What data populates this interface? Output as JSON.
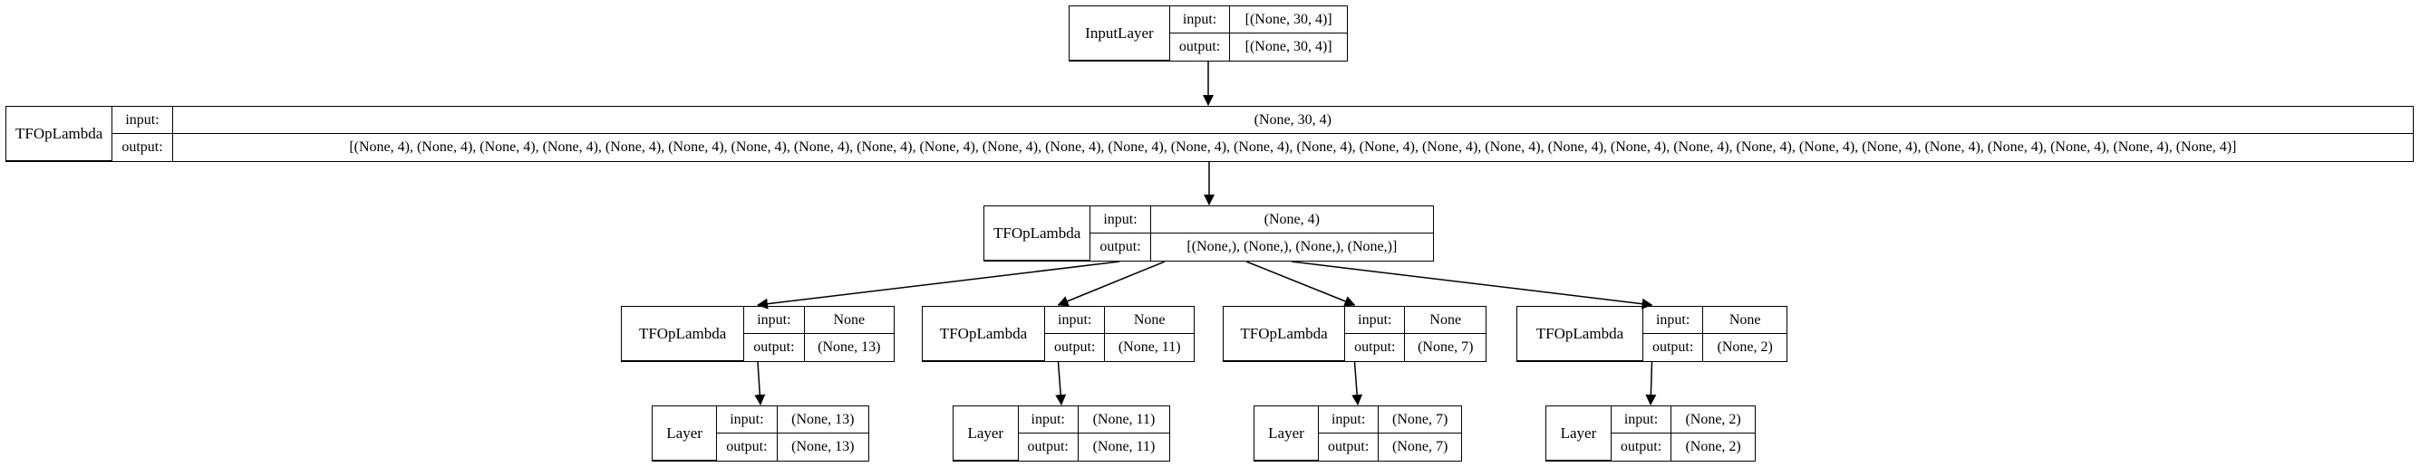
{
  "nodes": {
    "input_layer": {
      "name": "InputLayer",
      "input_label": "input:",
      "output_label": "output:",
      "input": "[(None, 30, 4)]",
      "output": "[(None, 30, 4)]"
    },
    "split": {
      "name": "TFOpLambda",
      "input_label": "input:",
      "output_label": "output:",
      "input": "(None, 30, 4)",
      "output": "[(None, 4), (None, 4), (None, 4), (None, 4), (None, 4), (None, 4), (None, 4), (None, 4), (None, 4), (None, 4), (None, 4), (None, 4), (None, 4), (None, 4), (None, 4), (None, 4), (None, 4), (None, 4), (None, 4), (None, 4), (None, 4), (None, 4), (None, 4), (None, 4), (None, 4), (None, 4), (None, 4), (None, 4), (None, 4), (None, 4)]"
    },
    "unstack": {
      "name": "TFOpLambda",
      "input_label": "input:",
      "output_label": "output:",
      "input": "(None, 4)",
      "output": "[(None,), (None,), (None,), (None,)]"
    },
    "op1": {
      "name": "TFOpLambda",
      "input_label": "input:",
      "output_label": "output:",
      "input": "None",
      "output": "(None, 13)"
    },
    "op2": {
      "name": "TFOpLambda",
      "input_label": "input:",
      "output_label": "output:",
      "input": "None",
      "output": "(None, 11)"
    },
    "op3": {
      "name": "TFOpLambda",
      "input_label": "input:",
      "output_label": "output:",
      "input": "None",
      "output": "(None, 7)"
    },
    "op4": {
      "name": "TFOpLambda",
      "input_label": "input:",
      "output_label": "output:",
      "input": "None",
      "output": "(None, 2)"
    },
    "layer1": {
      "name": "Layer",
      "input_label": "input:",
      "output_label": "output:",
      "input": "(None, 13)",
      "output": "(None, 13)"
    },
    "layer2": {
      "name": "Layer",
      "input_label": "input:",
      "output_label": "output:",
      "input": "(None, 11)",
      "output": "(None, 11)"
    },
    "layer3": {
      "name": "Layer",
      "input_label": "input:",
      "output_label": "output:",
      "input": "(None, 7)",
      "output": "(None, 7)"
    },
    "layer4": {
      "name": "Layer",
      "input_label": "input:",
      "output_label": "output:",
      "input": "(None, 2)",
      "output": "(None, 2)"
    }
  },
  "edges": [
    [
      "input_layer",
      "split"
    ],
    [
      "split",
      "unstack"
    ],
    [
      "unstack",
      "op1"
    ],
    [
      "unstack",
      "op2"
    ],
    [
      "unstack",
      "op3"
    ],
    [
      "unstack",
      "op4"
    ],
    [
      "op1",
      "layer1"
    ],
    [
      "op2",
      "layer2"
    ],
    [
      "op3",
      "layer3"
    ],
    [
      "op4",
      "layer4"
    ]
  ]
}
